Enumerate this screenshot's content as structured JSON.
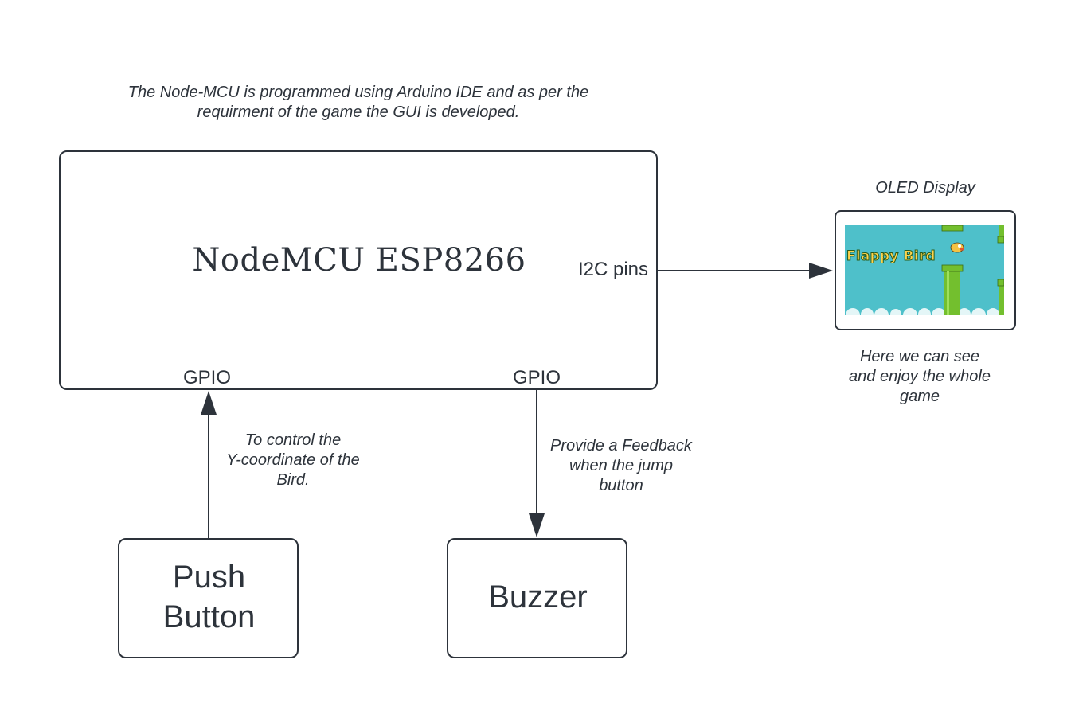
{
  "top_note": {
    "line1": "The Node-MCU is programmed using Arduino IDE and as per the",
    "line2": "requirment of the game  the GUI is developed."
  },
  "mcu": {
    "title": "NodeMCU ESP8266",
    "i2c_label": "I2C pins",
    "gpio_left_label": "GPIO",
    "gpio_right_label": "GPIO"
  },
  "oled": {
    "caption": "OLED Display",
    "game_title": "Flappy Bird",
    "note_line1": "Here we can see",
    "note_line2": "and enjoy the whole",
    "note_line3": "game"
  },
  "push_button": {
    "line1": "Push",
    "line2": "Button",
    "note_line1": "To control the",
    "note_line2": "Y-coordinate of the",
    "note_line3": "Bird."
  },
  "buzzer": {
    "label": "Buzzer",
    "note_line1": "Provide a Feedback",
    "note_line2": "when the jump",
    "note_line3": "button"
  },
  "colors": {
    "stroke": "#2d333b",
    "sky": "#4ec0ca",
    "pipe": "#73bf2e",
    "cloud": "#e4f6f7",
    "title_fill": "#ffd34c"
  }
}
